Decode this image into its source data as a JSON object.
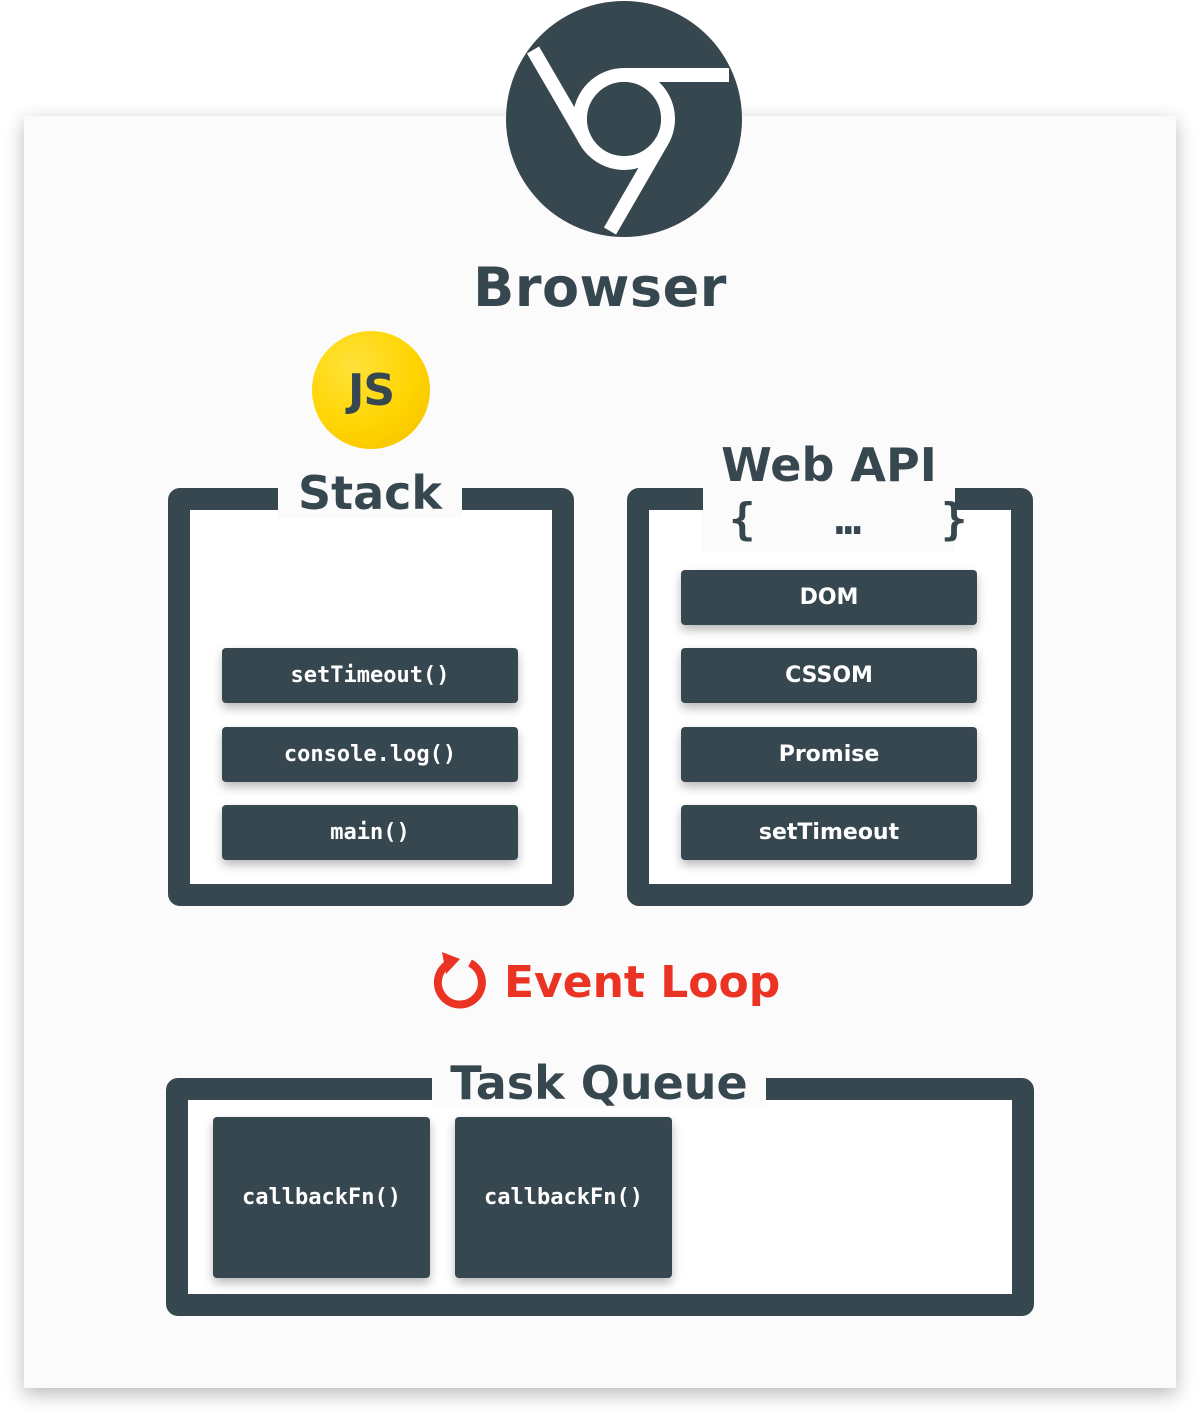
{
  "browser": {
    "title": "Browser",
    "logo_icon": "chrome-logo-icon"
  },
  "js_badge": {
    "label": "JS",
    "color": "#ffd400"
  },
  "stack": {
    "title": "Stack",
    "items": [
      "setTimeout()",
      "console.log()",
      "main()"
    ]
  },
  "web_api": {
    "title": "Web API",
    "braces": "{   …   }",
    "items": [
      "DOM",
      "CSSOM",
      "Promise",
      "setTimeout"
    ]
  },
  "event_loop": {
    "label": "Event Loop",
    "icon": "refresh-loop-icon",
    "color": "#ea3323"
  },
  "task_queue": {
    "title": "Task Queue",
    "items": [
      "callbackFn()",
      "callbackFn()"
    ]
  },
  "colors": {
    "primary": "#37474f",
    "accent": "#ea3323",
    "js": "#ffd400"
  }
}
